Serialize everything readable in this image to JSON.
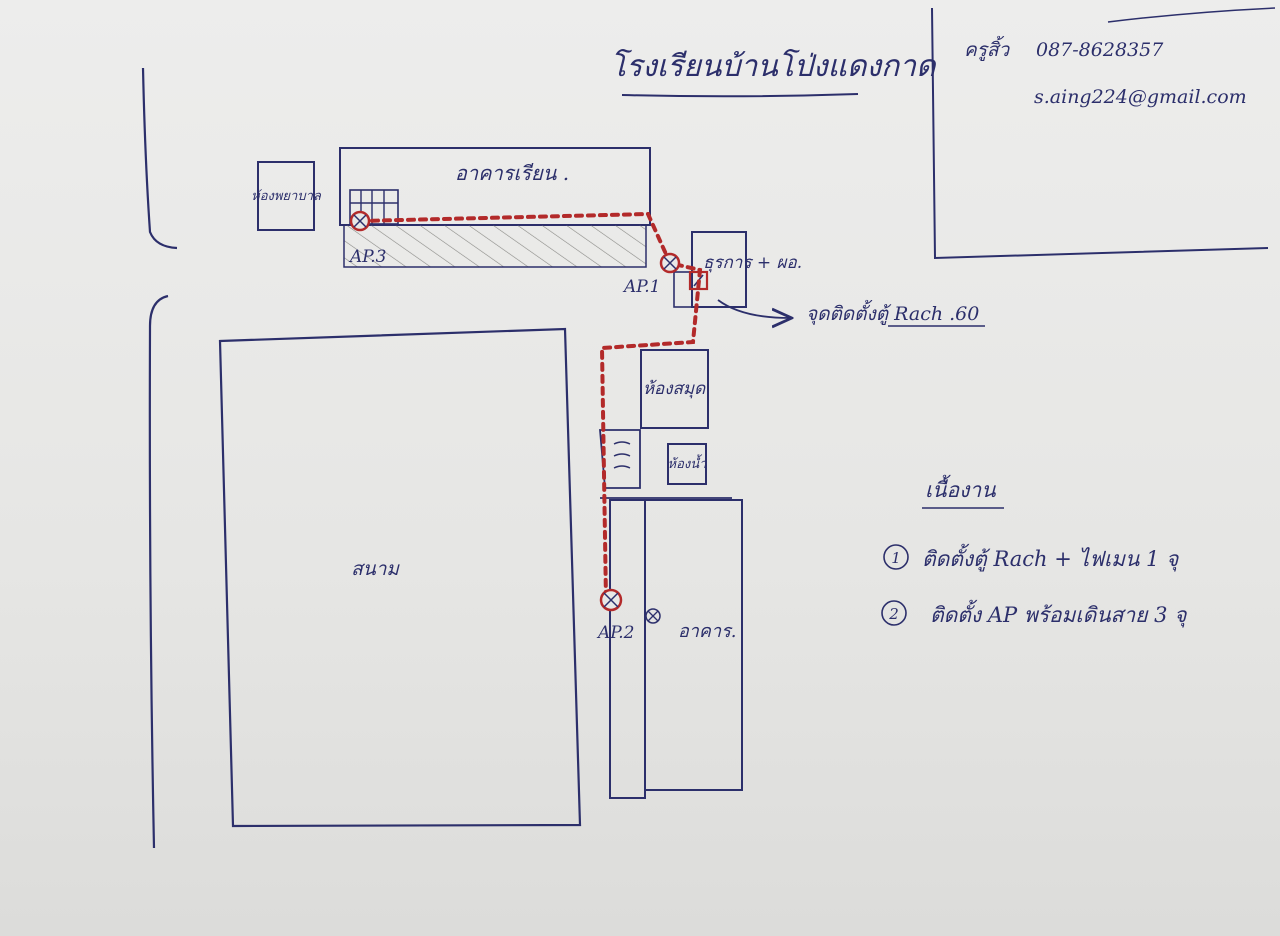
{
  "colors": {
    "ink": "#2c2f6b",
    "cable": "#b32a2a",
    "paper": "#e9e9e7",
    "hatch": "#8a8a86"
  },
  "title": "โรงเรียนบ้านโป่งแดงกาด",
  "contact": {
    "name": "ครูสิ้ว",
    "phone": "087-8628357",
    "email": "s.aing224@gmail.com"
  },
  "rooms": {
    "top_building": "อาคารเรียน .",
    "left_small": "ห้องพยาบาล",
    "office": "ธุรการ + ผอ.",
    "library": "ห้องสมุด",
    "restroom": "ห้องน้ำ",
    "long_building": "อาคาร.",
    "field": "สนาม"
  },
  "access_points": {
    "ap1": "AP.1",
    "ap2": "AP.2",
    "ap3": "AP.3"
  },
  "rack_note": "จุดติดตั้งตู้ Rach .60",
  "work_list": {
    "heading": "เนื้องาน",
    "items": [
      {
        "num": "1",
        "text": "ติดตั้งตู้ Rach + ไฟเมน 1 จุ"
      },
      {
        "num": "2",
        "text": "ติดตั้ง AP พร้อมเดินสาย 3 จุ"
      }
    ]
  }
}
